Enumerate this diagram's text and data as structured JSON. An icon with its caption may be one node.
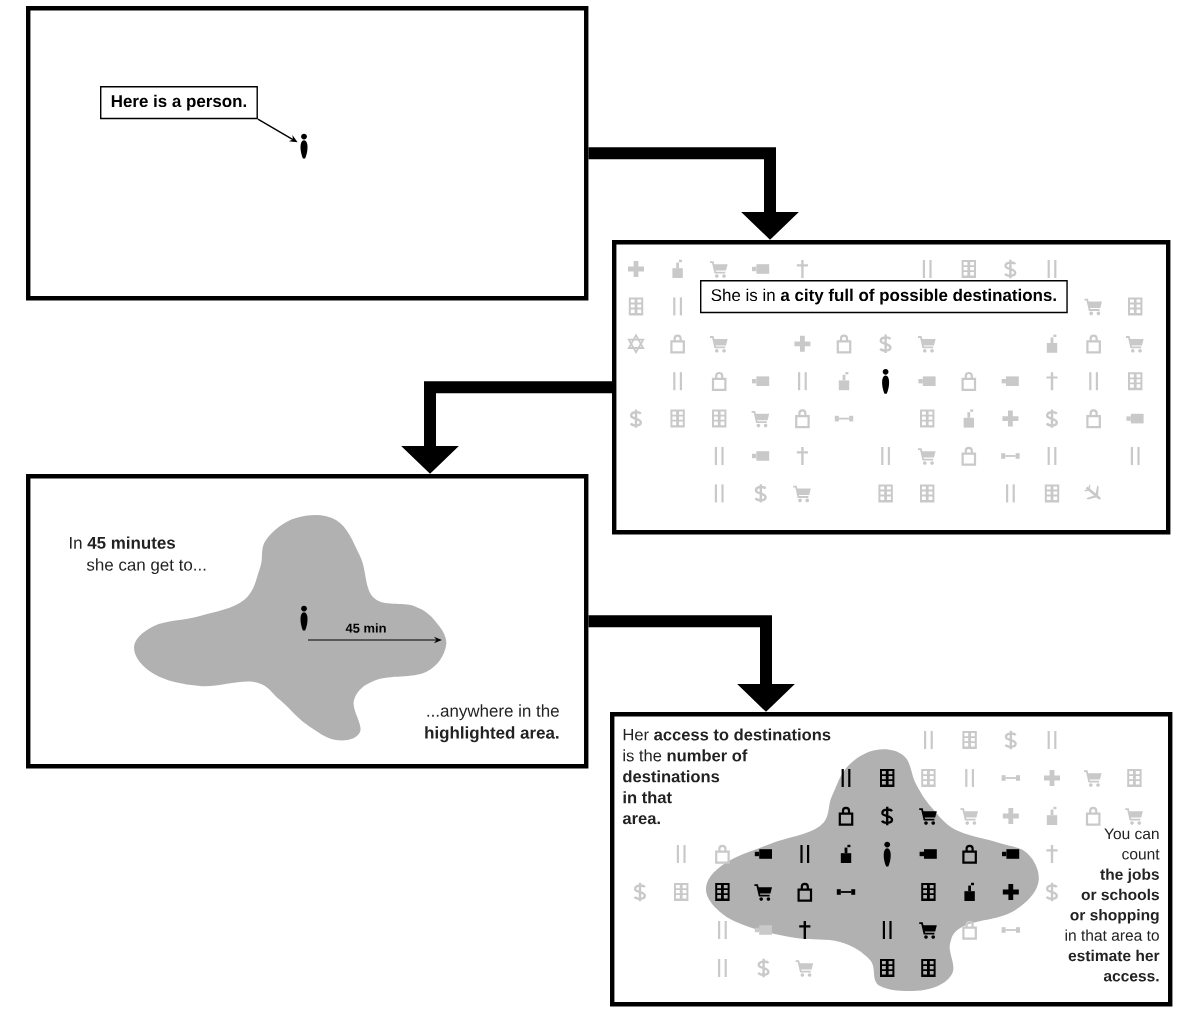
{
  "diagram": {
    "nodes": [
      {
        "text": [],
        "shape": "box"
      },
      {
        "text": [
          "Here is a person."
        ],
        "in": 0
      },
      {
        "text": [],
        "shape": "person",
        "in": 0
      },
      {
        "text": [],
        "shape": "box"
      },
      {
        "text": [
          "She is in **a city full of possible destinations.**"
        ],
        "in": 3
      },
      {
        "text": [
          "In **45 minutes** she can get to...",
          "...anywhere in the **highlighted area.**"
        ]
      },
      {
        "text": [
          "Her **access to destinations** is the **number of destinations in that area.**",
          "You can count **the jobs or schools or shopping** in that area to **estimate her access.**"
        ]
      }
    ],
    "edges": [
      {
        "from": 1,
        "to": 2,
        "arrow": "to"
      },
      {
        "from": 0,
        "to": 3,
        "arrow": "to"
      },
      {
        "from": 3,
        "to": 5,
        "arrow": "to"
      },
      {
        "from": 5,
        "to": 6,
        "arrow": "to"
      }
    ],
    "labels": [
      "45 min"
    ]
  }
}
